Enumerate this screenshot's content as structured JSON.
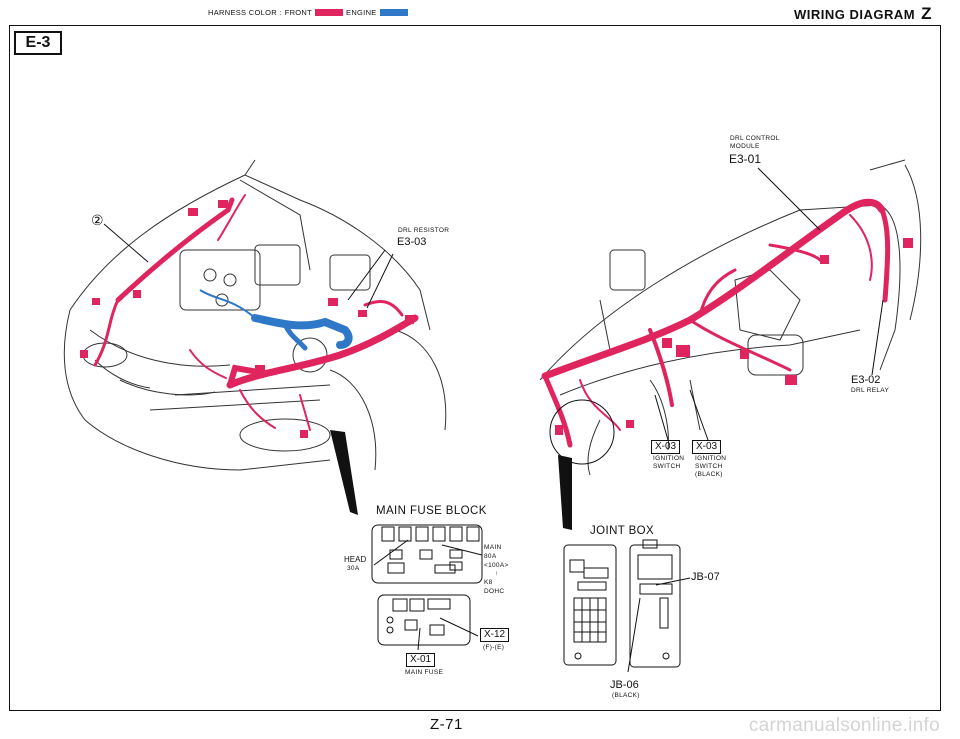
{
  "header": {
    "legend_prefix": "HARNESS COLOR :",
    "legend_front": "FRONT",
    "legend_engine": "ENGINE",
    "title": "WIRING DIAGRAM",
    "title_letter": "Z"
  },
  "colors": {
    "front_harness": "#e0245e",
    "engine_harness": "#2f78c8"
  },
  "section": "E-3",
  "callouts": {
    "circle_2": "②",
    "drl_resistor_name": "DRL RESISTOR",
    "drl_resistor_code": "E3-03",
    "drl_control_name_1": "DRL CONTROL",
    "drl_control_name_2": "MODULE",
    "drl_control_code": "E3-01",
    "drl_relay_code": "E3-02",
    "drl_relay_name": "DRL RELAY",
    "x03_a": "X-03",
    "x03_a_l1": "IGNITION",
    "x03_a_l2": "SWITCH",
    "x03_b": "X-03",
    "x03_b_l1": "IGNITION",
    "x03_b_l2": "SWITCH",
    "x03_b_l3": "(BLACK)"
  },
  "fuse_block": {
    "title": "MAIN FUSE BLOCK",
    "head_label": "HEAD",
    "head_amp": "30A",
    "main_1": "MAIN",
    "main_2": "80A",
    "main_3": "<100A>",
    "main_arrow": "↑",
    "main_4": "K8",
    "main_5": "DOHC",
    "x12": "X-12",
    "x12_sub": "(F)-(E)",
    "x01": "X-01",
    "x01_sub": "MAIN FUSE"
  },
  "joint_box": {
    "title": "JOINT BOX",
    "jb07": "JB-07",
    "jb06": "JB-06",
    "jb06_sub": "(BLACK)"
  },
  "footer": {
    "page": "Z-71",
    "watermark": "carmanualsonline.info"
  }
}
